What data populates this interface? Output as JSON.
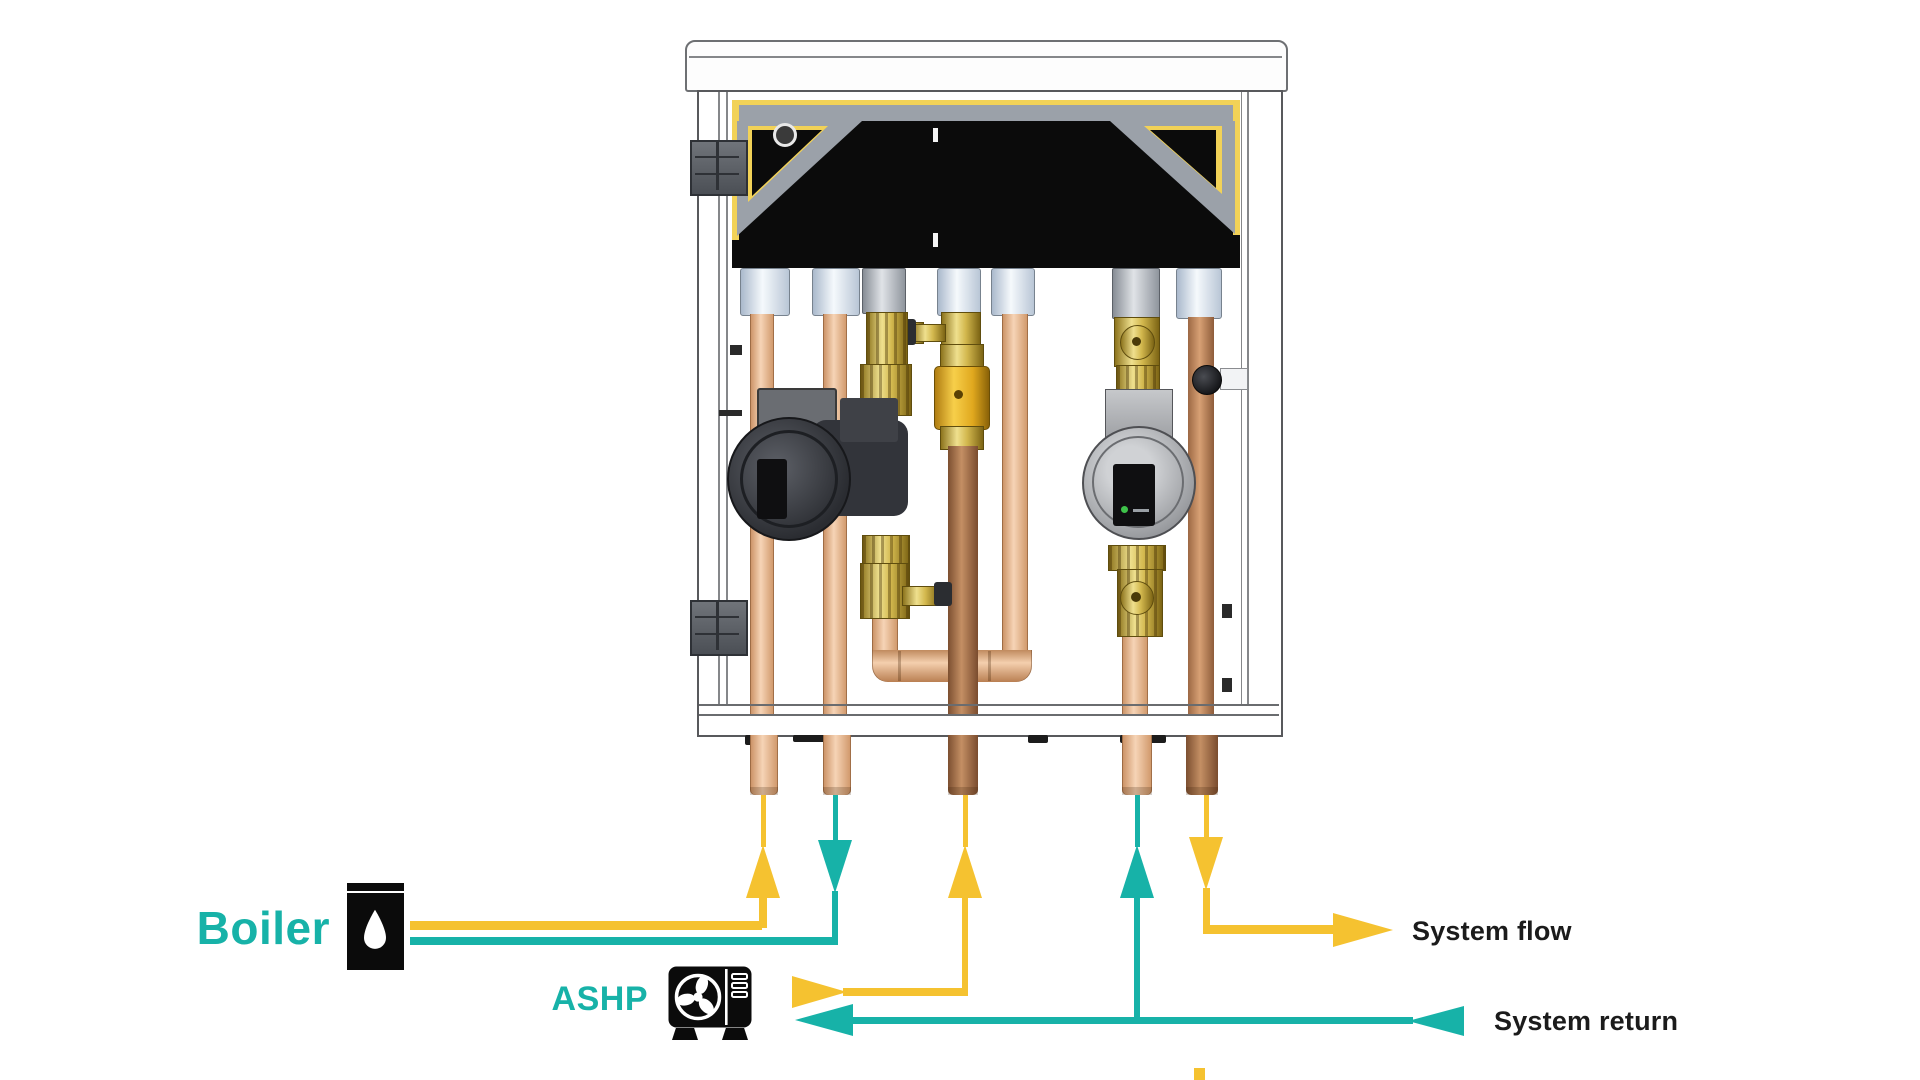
{
  "labels": {
    "boiler": "Boiler",
    "ashp": "ASHP",
    "system_flow": "System flow",
    "system_return": "System return"
  },
  "icons": [
    {
      "name": "boiler-icon",
      "meaning": "boiler unit with oil/water droplet"
    },
    {
      "name": "ashp-icon",
      "meaning": "air source heat pump outdoor unit with fan"
    }
  ],
  "colors": {
    "flow_yellow": "#F5C230",
    "return_teal": "#17B2A8",
    "label_teal": "#17B2A8",
    "text_black": "#1B1B1B",
    "panel_black": "#0B0B0B",
    "trim_yellow": "#F2D257",
    "bracket_gray": "#9BA1A9"
  },
  "connections": [
    {
      "id": "boiler-flow",
      "from": "Boiler",
      "to": "cabinet pipe 1",
      "color": "yellow",
      "direction": "right then up into cabinet"
    },
    {
      "id": "boiler-return",
      "from": "cabinet pipe 2",
      "to": "Boiler",
      "color": "teal",
      "direction": "down then left to boiler"
    },
    {
      "id": "ashp-flow",
      "from": "ASHP",
      "to": "cabinet pipe 3",
      "color": "yellow",
      "direction": "right then up into cabinet"
    },
    {
      "id": "system-return",
      "from": "System return",
      "to": "cabinet pipe 4 and ASHP",
      "color": "teal",
      "direction": "left, branch up into cabinet"
    },
    {
      "id": "system-flow",
      "from": "cabinet pipe 5",
      "to": "System flow",
      "color": "yellow",
      "direction": "down then right"
    }
  ]
}
